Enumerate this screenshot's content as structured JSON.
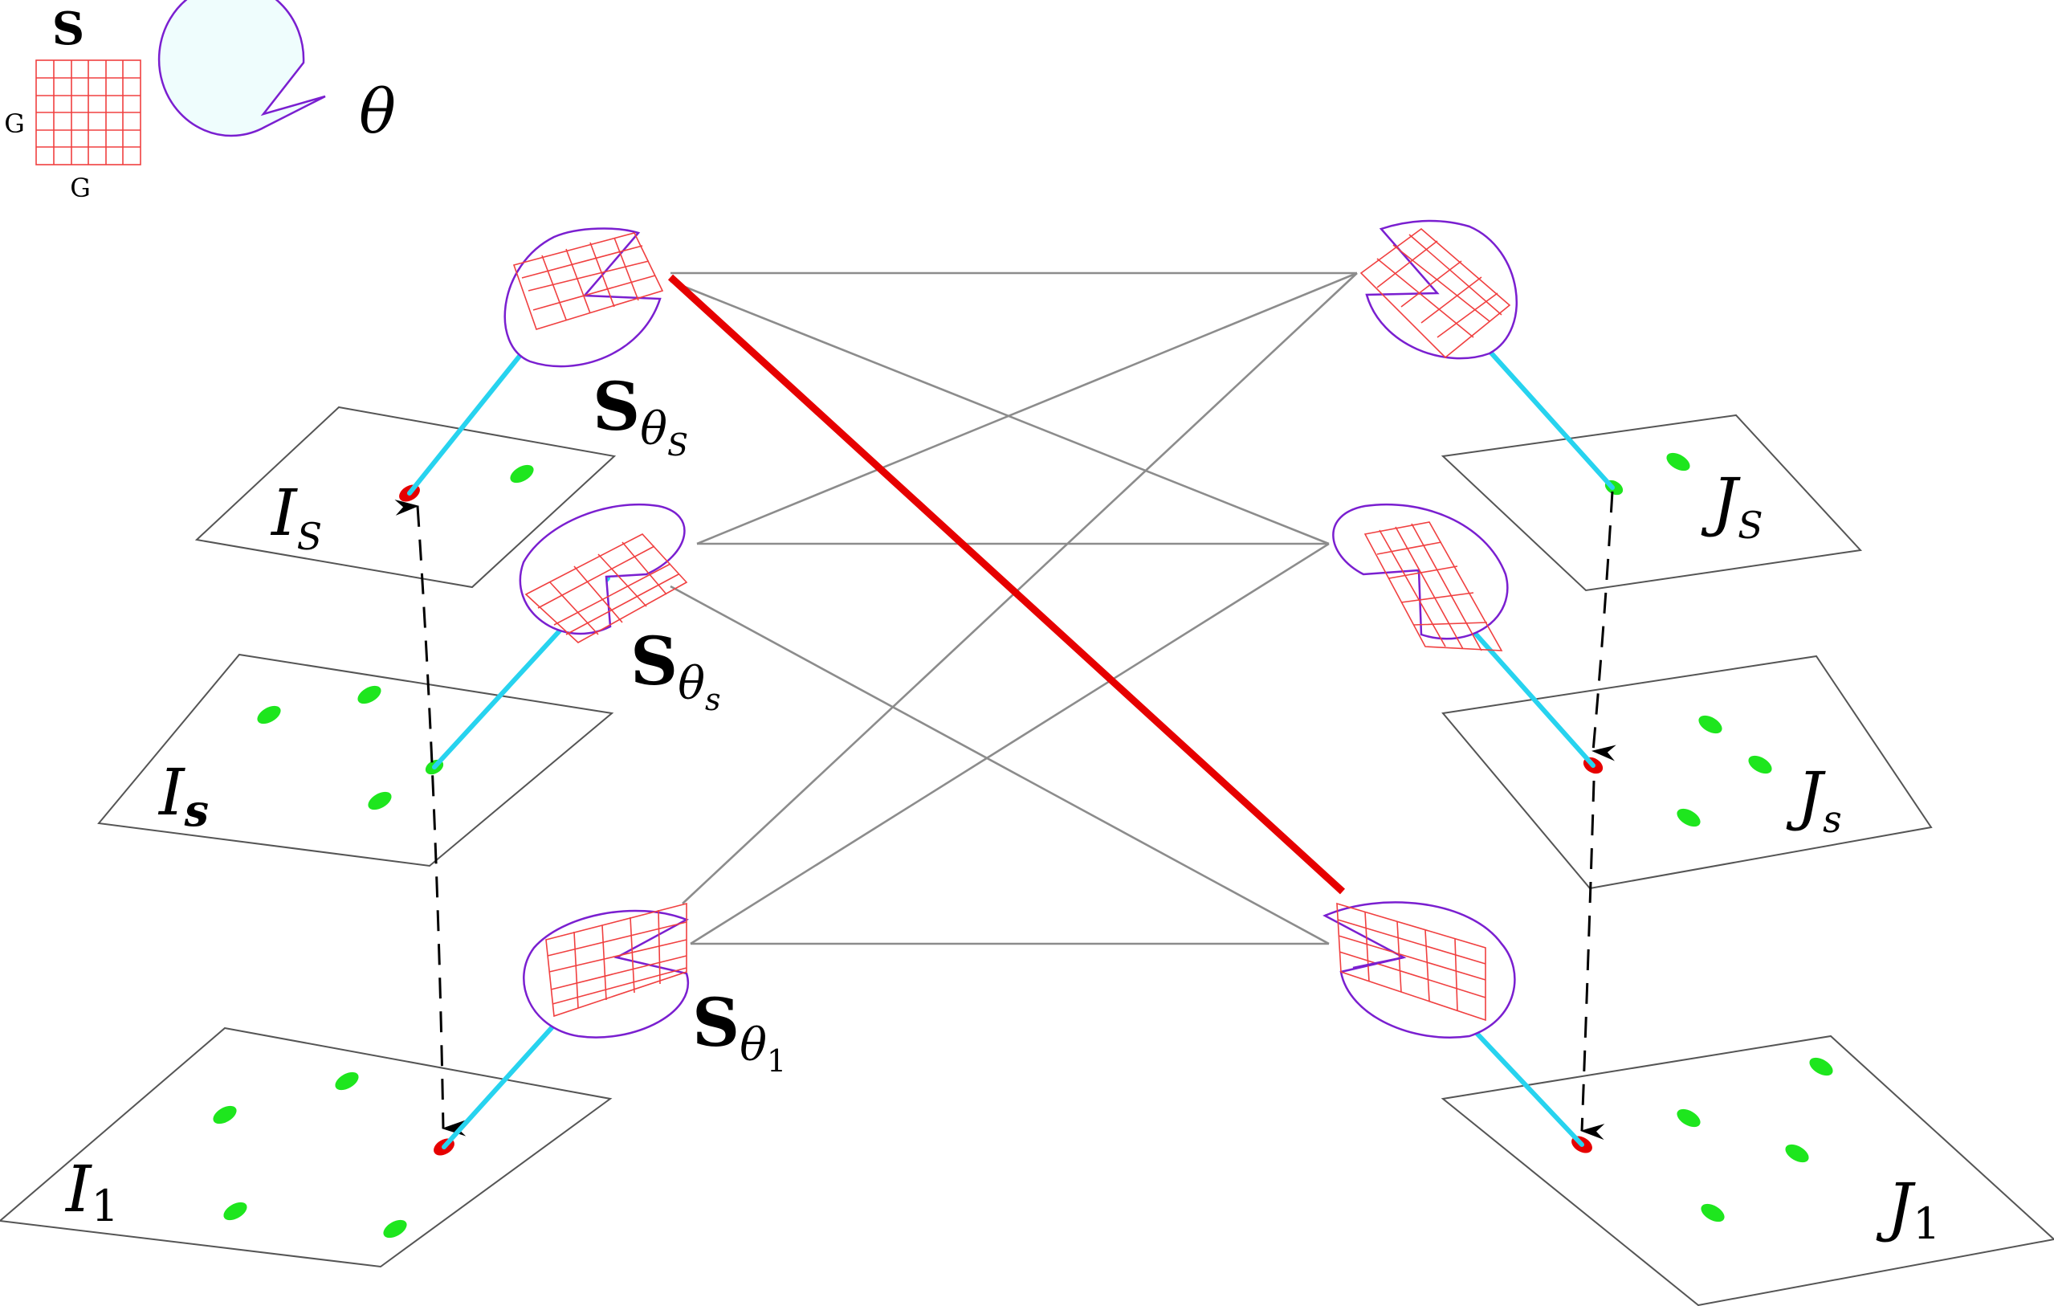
{
  "legend": {
    "scale_symbol": "S",
    "grid_label_left": "G",
    "grid_label_bottom": "G",
    "angle_symbol": "θ"
  },
  "left_images": {
    "top_label": {
      "main": "I",
      "sub": "S"
    },
    "mid_label": {
      "main": "I",
      "sub": "s"
    },
    "bottom_label": {
      "main": "I",
      "sub": "1"
    }
  },
  "right_images": {
    "top_label": {
      "main": "J",
      "sub": "S"
    },
    "mid_label": {
      "main": "J",
      "sub": "s"
    },
    "bottom_label": {
      "main": "J",
      "sub": "1"
    }
  },
  "descriptors": {
    "top": {
      "main": "S",
      "sub": "θ",
      "subsub": "S"
    },
    "mid": {
      "main": "S",
      "sub": "θ",
      "subsub": "s"
    },
    "bottom": {
      "main": "S",
      "sub": "θ",
      "subsub": "1"
    }
  },
  "colors": {
    "keypoint": "#1ee61e",
    "selected_keypoint": "#e60000",
    "ray": "#27d3ef",
    "grid": "#f04040",
    "orientation": "#7a1fd0",
    "match_line": "#8c8c8c",
    "best_match": "#e60000"
  }
}
